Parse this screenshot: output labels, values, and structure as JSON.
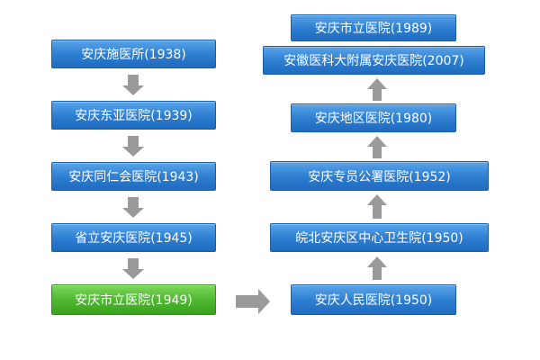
{
  "left_column": [
    {
      "label": "安庆施医所(1938)"
    },
    {
      "label": "安庆东亚医院(1939)"
    },
    {
      "label": "安庆同仁会医院(1943)"
    },
    {
      "label": "省立安庆医院(1945)"
    },
    {
      "label": "安庆市立医院(1949)"
    }
  ],
  "right_column": [
    {
      "label": "安庆市立医院(1989)"
    },
    {
      "label": "安徽医科大附属安庆医院(2007)"
    },
    {
      "label": "安庆地区医院(1980)"
    },
    {
      "label": "安庆专员公署医院(1952)"
    },
    {
      "label": "皖北安庆区中心卫生院(1950)"
    },
    {
      "label": "安庆人民医院(1950)"
    }
  ],
  "colors": {
    "node_blue": "#2f7fd2",
    "node_green": "#4fb830",
    "arrow_gray": "#9a9a9a",
    "text": "#ffffff"
  }
}
